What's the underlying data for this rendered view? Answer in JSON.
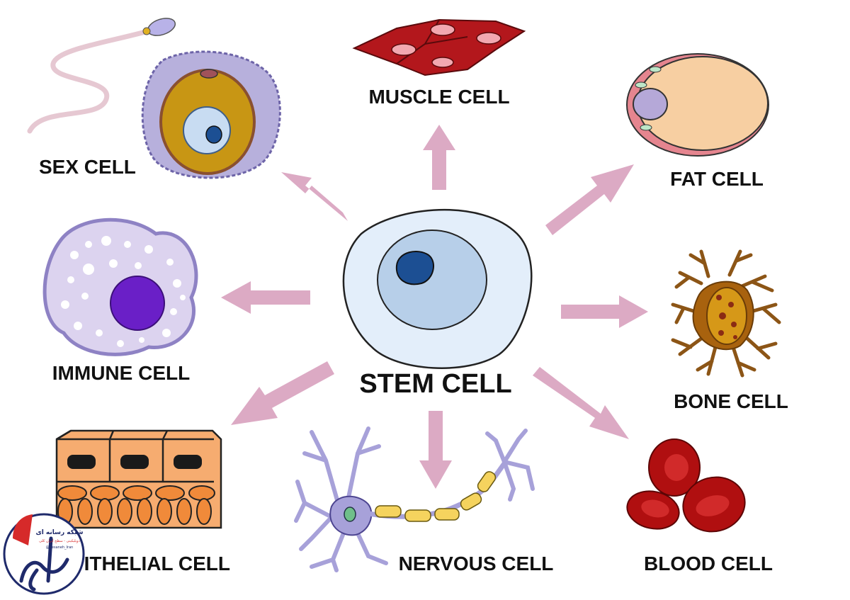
{
  "diagram": {
    "center_label": "STEM CELL",
    "cells": {
      "muscle": "MUSCLE CELL",
      "sex": "SEX CELL",
      "fat": "FAT CELL",
      "immune": "IMMUNE CELL",
      "bone": "BONE CELL",
      "epithelial": "EPITHELIAL CELL",
      "nervous": "NERVOUS CELL",
      "blood": "BLOOD CELL"
    }
  },
  "logo": {
    "title": "شبکه رسانه ای",
    "subtitle": "دوپلیکیتی - سطح ایران کلی",
    "handle": "@Resaneh_Iran"
  },
  "colors": {
    "arrow": "#dcaac4",
    "label": "#111111",
    "stem_outer": "#e3eefa",
    "stem_nucleus": "#1c4f93",
    "muscle": "#b3171c",
    "blood": "#b00f10",
    "fat": "#f7cfa2",
    "immune_nucleus": "#6a1fc7",
    "bone": "#8c5516",
    "epithelial": "#f6ac70",
    "nerve": "#a7a1d9",
    "myelin": "#f5d35e"
  }
}
